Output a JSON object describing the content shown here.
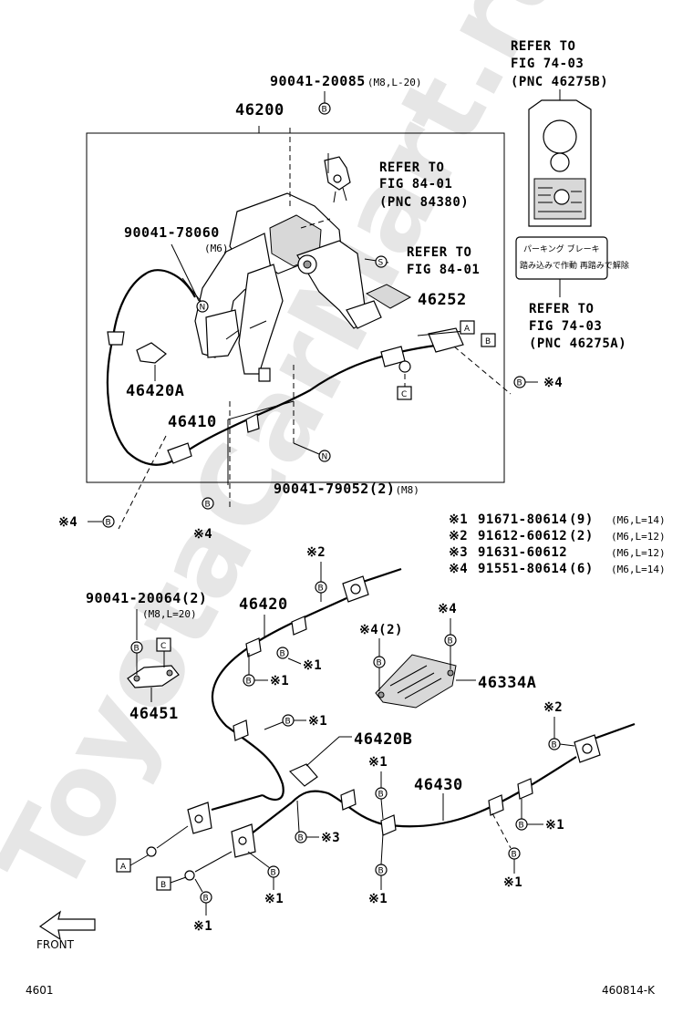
{
  "watermark": "ToyotaCarMart.ru",
  "parts": {
    "p46200": "46200",
    "p46252": "46252",
    "p46420A": "46420A",
    "p46410": "46410",
    "p46420": "46420",
    "p46451": "46451",
    "p46334A": "46334A",
    "p46420B": "46420B",
    "p46430": "46430"
  },
  "bolts": {
    "b1_num": "90041-20085",
    "b1_spec": "(M8,L-20)",
    "b2_num": "90041-78060",
    "b2_spec": "(M6)",
    "b3_num": "90041-79052(2)",
    "b3_spec": "(M8)",
    "b4_num": "90041-20064(2)",
    "b4_spec": "(M8,L=20)"
  },
  "refs": {
    "r1": [
      "REFER TO",
      "FIG 74-03",
      "(PNC 46275B)"
    ],
    "r2": [
      "REFER TO",
      "FIG 84-01",
      "(PNC 84380)"
    ],
    "r3": [
      "REFER TO",
      "FIG 84-01"
    ],
    "r4": [
      "REFER TO",
      "FIG 74-03",
      "(PNC 46275A)"
    ]
  },
  "label_plate_text": [
    "パーキング ブレーキ",
    "踏み込みで作動 再踏みで解除"
  ],
  "legend": [
    {
      "mark": "※1",
      "num": "91671-80614",
      "qty": "(9)",
      "spec": "(M6,L=14)"
    },
    {
      "mark": "※2",
      "num": "91612-60612",
      "qty": "(2)",
      "spec": "(M6,L=12)"
    },
    {
      "mark": "※3",
      "num": "91631-60612",
      "qty": "",
      "spec": "(M6,L=12)"
    },
    {
      "mark": "※4",
      "num": "91551-80614",
      "qty": "(6)",
      "spec": "(M6,L=14)"
    }
  ],
  "marks": {
    "x1": "※1",
    "x2": "※2",
    "x3": "※3",
    "x4": "※4",
    "x4q": "※4(2)"
  },
  "letters": {
    "A": "A",
    "B": "B",
    "C": "C",
    "N": "N",
    "S": "S"
  },
  "front": "FRONT",
  "footer": {
    "left": "4601",
    "right": "460814-K"
  }
}
